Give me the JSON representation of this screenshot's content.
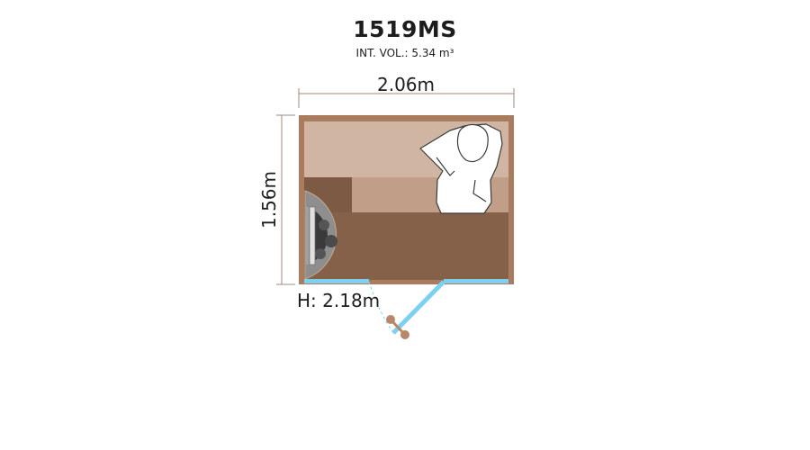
{
  "model": {
    "name": "1519MS",
    "volume_label": "INT. VOL.: 5.34 m³"
  },
  "dimensions": {
    "width": "2.06m",
    "depth": "1.56m",
    "height": "H: 2.18m"
  },
  "colors": {
    "wall": "#a97c5f",
    "upper_bench": "#d0b5a2",
    "lower_bench": "#c09e87",
    "floor": "#85614a",
    "glass": "#7ed0f2",
    "heater": "#8e8e8e"
  },
  "icons": [
    "sauna-heater-icon",
    "person-icon",
    "door-handle-icon"
  ]
}
